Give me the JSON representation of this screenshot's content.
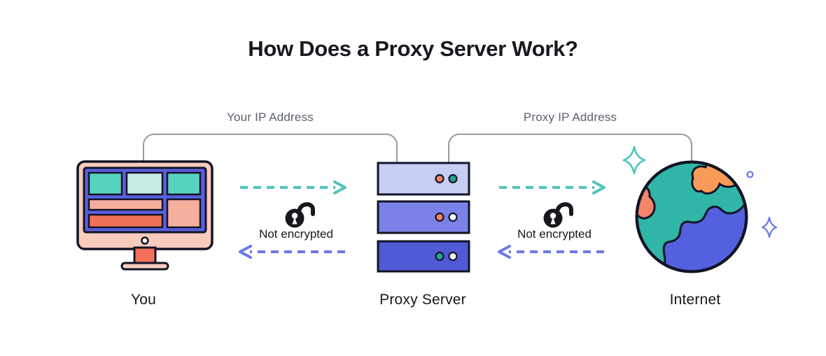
{
  "title": "How Does a Proxy Server Work?",
  "connections": {
    "left_bracket_label": "Your IP Address",
    "right_bracket_label": "Proxy IP Address"
  },
  "flows": {
    "left": {
      "status_label": "Not encrypted",
      "lock_icon": "open-padlock-icon",
      "forward_arrow": "dashed-arrow-right",
      "return_arrow": "dashed-arrow-left"
    },
    "right": {
      "status_label": "Not encrypted",
      "lock_icon": "open-padlock-icon",
      "forward_arrow": "dashed-arrow-right",
      "return_arrow": "dashed-arrow-left"
    }
  },
  "nodes": [
    {
      "id": "you",
      "label": "You",
      "icon": "desktop-computer-icon"
    },
    {
      "id": "proxy",
      "label": "Proxy Server",
      "icon": "server-stack-icon"
    },
    {
      "id": "internet",
      "label": "Internet",
      "icon": "globe-icon"
    }
  ],
  "decorations": [
    "four-point-star-icon-teal",
    "four-point-star-icon-purple",
    "small-ring-icon"
  ],
  "colors": {
    "ink": "#17181D",
    "outline": "#121425",
    "bracket_gray": "#9A9A9A",
    "label_gray": "#5B606C",
    "accent_teal": "#4FC4BC",
    "accent_purple": "#6B79E8",
    "monitor_frame_pink": "#F9CBBD",
    "screen_indigo": "#5A5FDE",
    "tile_teal": "#57D2BE",
    "tile_mint": "#C8EAE5",
    "tile_salmon": "#F6AE9D",
    "tile_coral": "#EF7158",
    "stand_coral": "#F4705A",
    "server_light": "#C6CEF6",
    "server_mid": "#7A82E8",
    "server_dark": "#5059D6",
    "dot_orange": "#F0825C",
    "dot_teal": "#28A393",
    "dot_white": "#FFFFFF",
    "globe_teal": "#2FB6A7",
    "globe_orange": "#F79B59",
    "globe_blue": "#5360E0",
    "globe_salmon": "#F4846B"
  }
}
